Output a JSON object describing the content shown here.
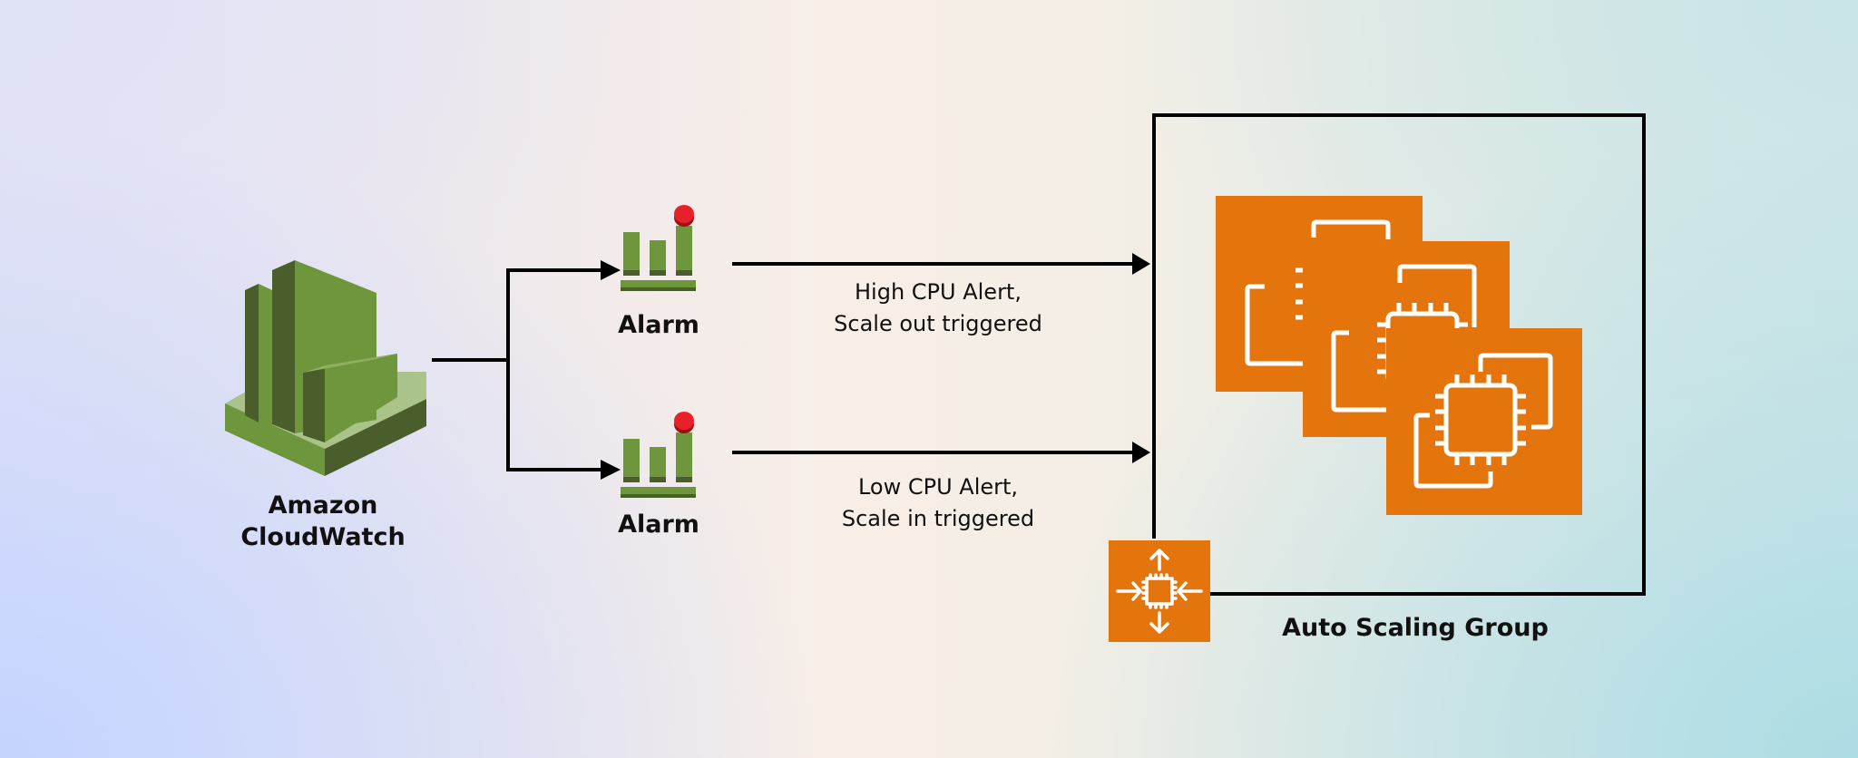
{
  "diagram": {
    "source": {
      "icon": "cloudwatch-icon",
      "label_line1": "Amazon",
      "label_line2": "CloudWatch"
    },
    "alarms": [
      {
        "icon": "alarm-icon",
        "label": "Alarm"
      },
      {
        "icon": "alarm-icon",
        "label": "Alarm"
      }
    ],
    "edges": [
      {
        "from": "Alarm",
        "to": "Auto Scaling Group",
        "caption_line1": "High CPU Alert,",
        "caption_line2": "Scale out triggered"
      },
      {
        "from": "Alarm",
        "to": "Auto Scaling Group",
        "caption_line1": "Low CPU Alert,",
        "caption_line2": "Scale in triggered"
      }
    ],
    "group": {
      "label": "Auto Scaling Group",
      "group_icon": "auto-scaling-icon",
      "instances": [
        {
          "icon": "ec2-instance-icon"
        },
        {
          "icon": "ec2-instance-icon"
        },
        {
          "icon": "ec2-instance-icon"
        }
      ]
    },
    "colors": {
      "cloudwatch_green": "#6e963d",
      "cloudwatch_dark": "#4a5e2b",
      "cloudwatch_light": "#a9c38a",
      "alarm_red": "#e8202a",
      "ec2_orange": "#e4750c",
      "line": "#000000"
    }
  }
}
